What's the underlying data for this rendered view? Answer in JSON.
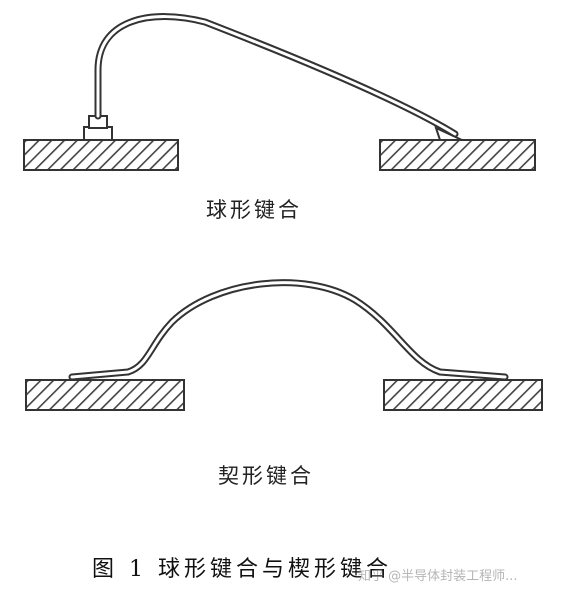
{
  "labels": {
    "ball_bonding": "球形键合",
    "wedge_bonding": "契形键合"
  },
  "caption": "图 1   球形键合与楔形键合",
  "watermark": "知乎 @半导体封装工程师...",
  "colors": {
    "line": "#333333",
    "hatch": "#444444",
    "background": "#ffffff"
  }
}
